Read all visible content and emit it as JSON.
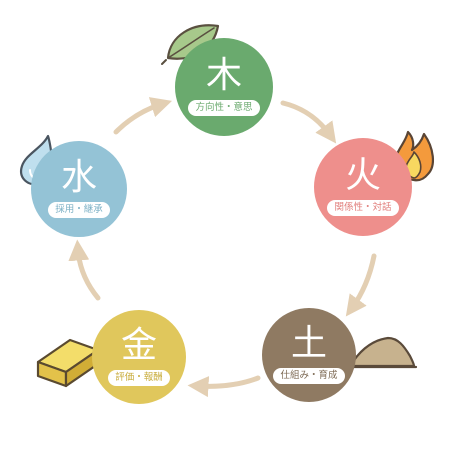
{
  "elements": [
    {
      "id": "wood",
      "kanji": "木",
      "label": "方向性・意思",
      "color": "#6aaa6e",
      "text_color": "#6aaa6e",
      "icon": "leaf-icon"
    },
    {
      "id": "fire",
      "kanji": "火",
      "label": "関係性・対話",
      "color": "#ee8f8c",
      "text_color": "#e07c79",
      "icon": "flame-icon"
    },
    {
      "id": "earth",
      "kanji": "土",
      "label": "仕組み・育成",
      "color": "#8f7a62",
      "text_color": "#7d6a54",
      "icon": "soil-mound-icon"
    },
    {
      "id": "metal",
      "kanji": "金",
      "label": "評価・報酬",
      "color": "#e0c75c",
      "text_color": "#c9ad3e",
      "icon": "gold-bar-icon"
    },
    {
      "id": "water",
      "kanji": "水",
      "label": "採用・継承",
      "color": "#94c3d6",
      "text_color": "#7db1c6",
      "icon": "water-drop-icon"
    }
  ],
  "arrow_color": "#e3cfb3",
  "cycle_order": [
    "wood",
    "fire",
    "earth",
    "metal",
    "water"
  ]
}
